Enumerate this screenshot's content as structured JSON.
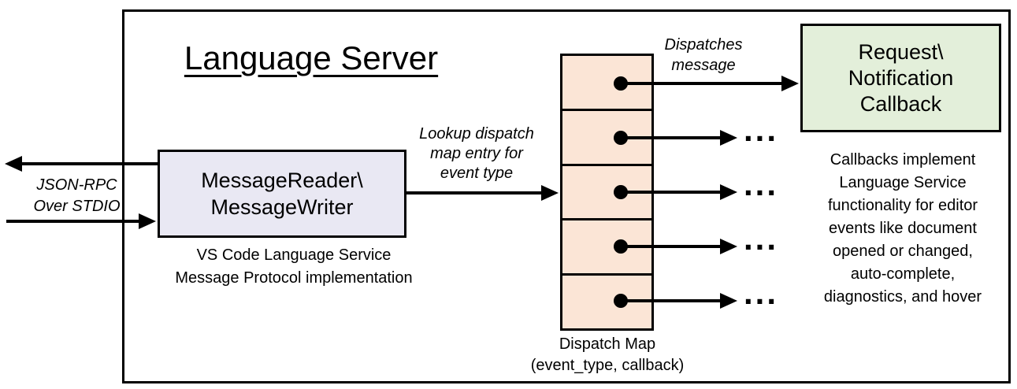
{
  "title": "Language Server",
  "stdio": {
    "label": "JSON-RPC\nOver STDIO"
  },
  "reader": {
    "label": "MessageReader\\\nMessageWriter",
    "caption": "VS Code Language Service\nMessage Protocol implementation"
  },
  "lookup": {
    "label": "Lookup dispatch\nmap entry for\nevent type"
  },
  "dispatch": {
    "dispatches_label": "Dispatches\nmessage",
    "map_caption": "Dispatch Map\n(event_type, callback)",
    "row_count": 5,
    "ellipsis": "..."
  },
  "callback": {
    "label": "Request\\\nNotification\nCallback",
    "description": "Callbacks implement\nLanguage Service\nfunctionality for editor\nevents like document\nopened or changed,\nauto-complete,\ndiagnostics, and hover"
  },
  "colors": {
    "reader_fill": "#e9e8f3",
    "dispatch_fill": "#fbe5d6",
    "callback_fill": "#e3efda",
    "stroke": "#000000"
  }
}
